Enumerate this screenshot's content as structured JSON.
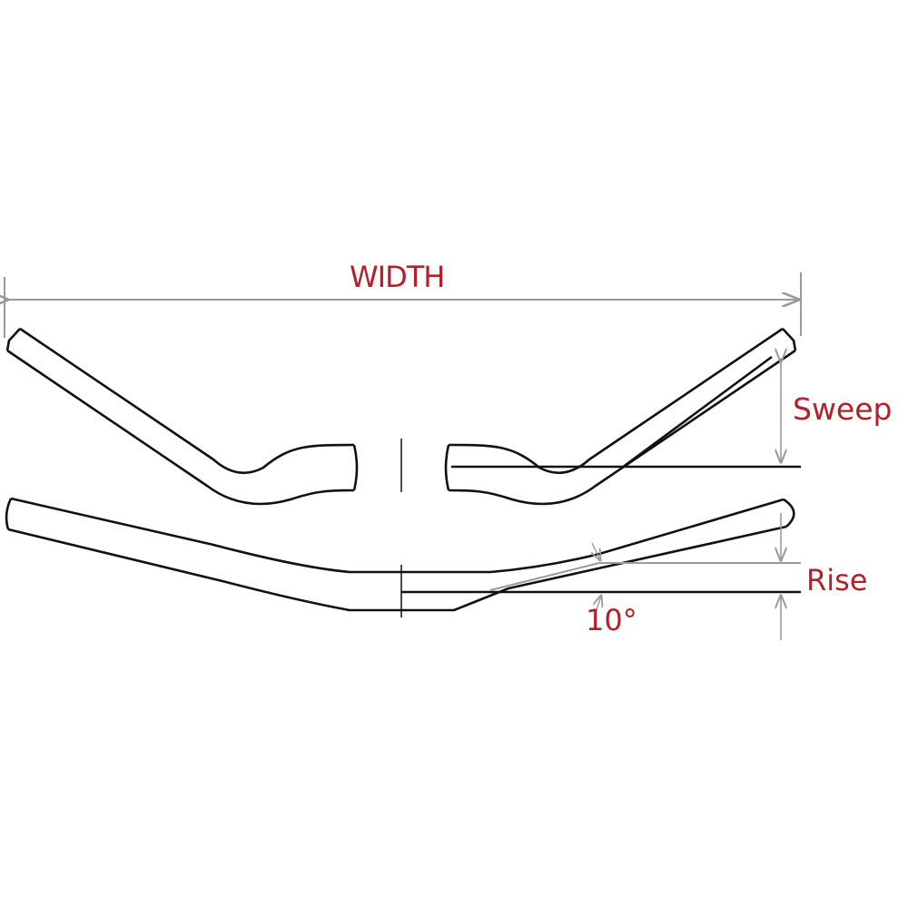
{
  "labels": {
    "width": "WIDTH",
    "sweep": "Sweep",
    "rise": "Rise",
    "angle": "10°"
  },
  "colors": {
    "label": "#b3202a",
    "dimension": "#9a9a9a",
    "outline": "#111111"
  }
}
